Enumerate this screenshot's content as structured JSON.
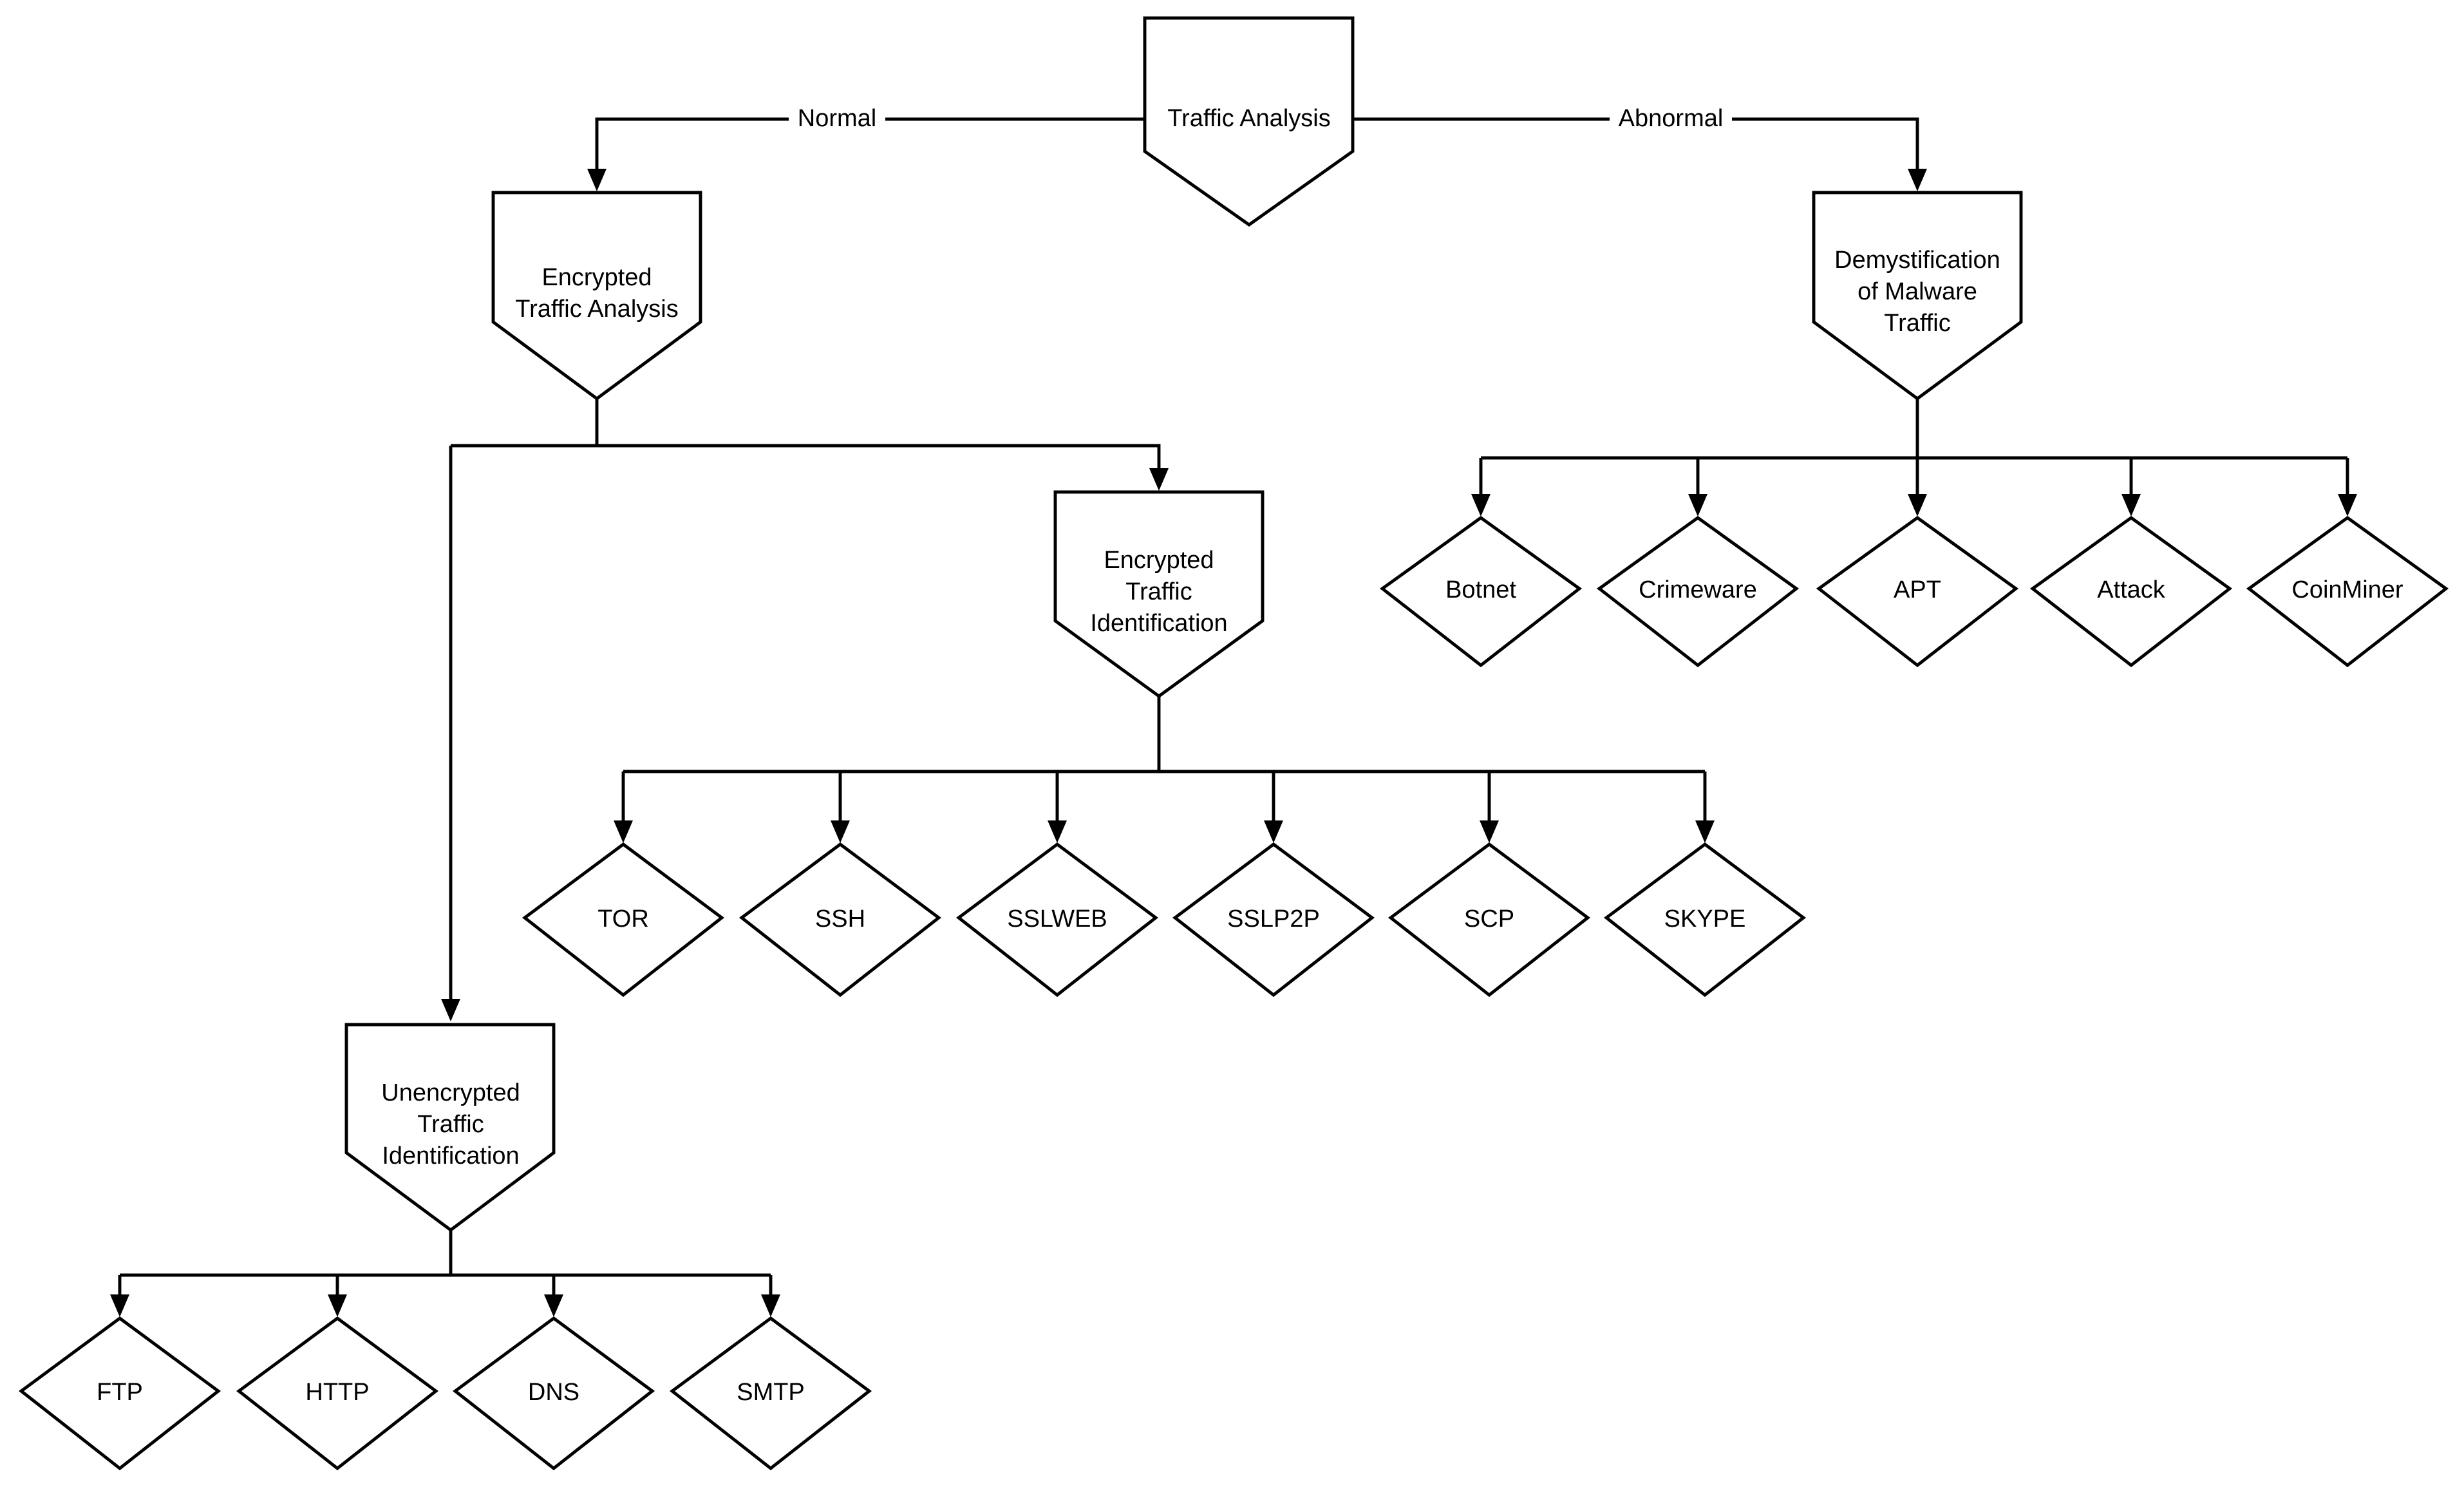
{
  "diagram": {
    "root": {
      "label": "Traffic Analysis"
    },
    "edges": {
      "normal": "Normal",
      "abnormal": "Abnormal"
    },
    "encrypted_analysis": {
      "lines": [
        "Encrypted",
        "Traffic Analysis"
      ]
    },
    "encrypted_identification": {
      "lines": [
        "Encrypted",
        "Traffic",
        "Identification"
      ]
    },
    "unencrypted_identification": {
      "lines": [
        "Unencrypted",
        "Traffic",
        "Identification"
      ]
    },
    "malware": {
      "lines": [
        "Demystification",
        "of Malware",
        "Traffic"
      ]
    },
    "encrypted_leaves": [
      "TOR",
      "SSH",
      "SSLWEB",
      "SSLP2P",
      "SCP",
      "SKYPE"
    ],
    "unencrypted_leaves": [
      "FTP",
      "HTTP",
      "DNS",
      "SMTP"
    ],
    "malware_leaves": [
      "Botnet",
      "Crimeware",
      "APT",
      "Attack",
      "CoinMiner"
    ]
  }
}
